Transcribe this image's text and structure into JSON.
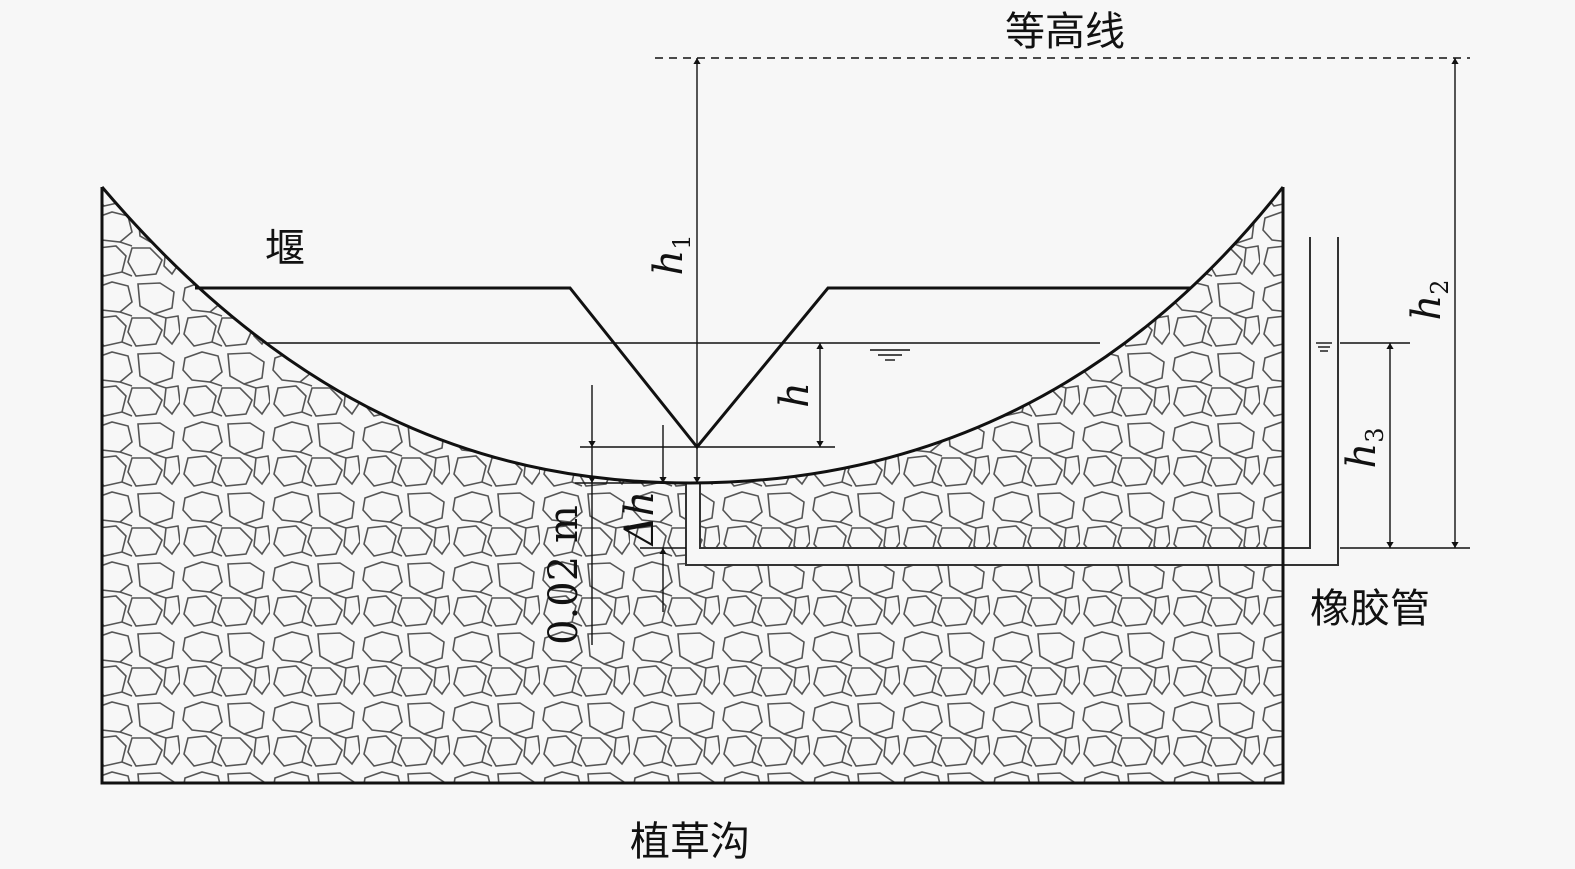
{
  "labels": {
    "contour": "等高线",
    "weir": "堰",
    "h1": "h",
    "h1_sub": "1",
    "h2": "h",
    "h2_sub": "2",
    "h3": "h",
    "h3_sub": "3",
    "h": "h",
    "delta_h": "Δh",
    "depth": "0.02 m",
    "rubber_tube": "橡胶管",
    "swale": "植草沟"
  },
  "colors": {
    "line": "#111111",
    "stone": "#555555",
    "background": "#f7f7f7"
  }
}
